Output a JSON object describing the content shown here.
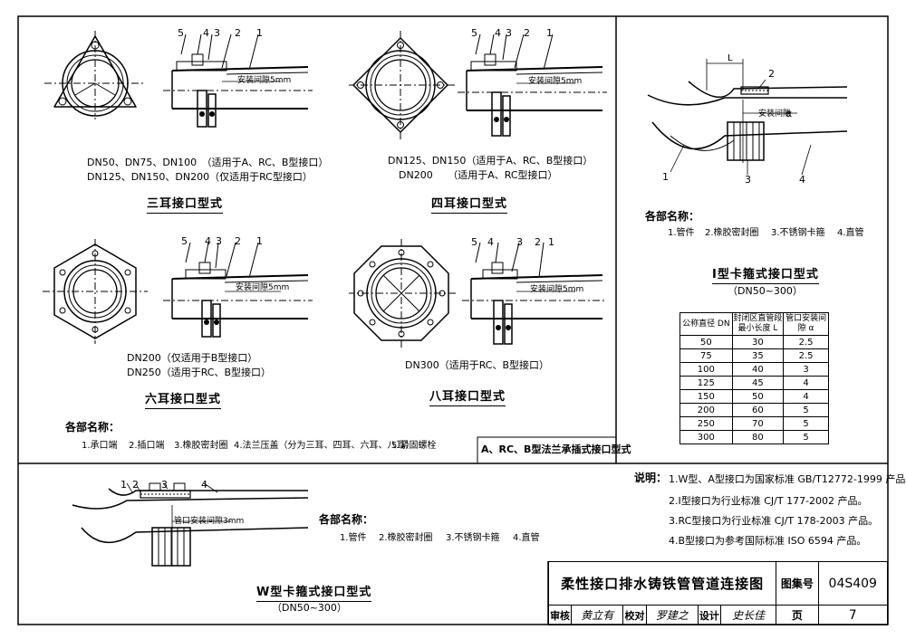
{
  "panels": {
    "three_ear": {
      "callouts": [
        "5",
        "4",
        "3",
        "2",
        "1"
      ],
      "gap_label": "安装间隙5mm",
      "size_lines": [
        "DN50、DN75、DN100　（适用于A、RC、B型接口）",
        "DN125、DN150、DN200（仅适用于RC型接口）"
      ],
      "caption": "三耳接口型式"
    },
    "four_ear": {
      "callouts": [
        "5",
        "4",
        "3",
        "2",
        "1"
      ],
      "gap_label": "安装间隙5mm",
      "size_lines": [
        "DN125、DN150（适用于A、RC、B型接口）",
        "DN200　　（适用于A、RC型接口）"
      ],
      "caption": "四耳接口型式"
    },
    "six_ear": {
      "callouts": [
        "5",
        "4",
        "3",
        "2",
        "1"
      ],
      "gap_label": "安装间隙5mm",
      "size_lines": [
        "DN200（仅适用于B型接口）",
        "DN250（适用于RC、B型接口）"
      ],
      "caption": "六耳接口型式"
    },
    "eight_ear": {
      "callouts": [
        "5",
        "4",
        "3",
        "2",
        "1"
      ],
      "gap_label": "安装间隙5mm",
      "size_lines": [
        "DN300（适用于RC、B型接口）"
      ],
      "caption": "八耳接口型式"
    }
  },
  "flange_parts": {
    "heading": "各部名称：",
    "items": [
      "1.承口端",
      "2.插口端",
      "3.橡胶密封圈",
      "4.法兰压盖（分为三耳、四耳、六耳、八耳）",
      "5.紧固螺栓"
    ]
  },
  "flange_box_label": "A、RC、B型法兰承插式接口型式",
  "type_i": {
    "dim_L": "L",
    "callouts": [
      "2",
      "1",
      "3",
      "4"
    ],
    "gap_label": "安装间隙",
    "gap_symbol": "α",
    "parts_heading": "各部名称：",
    "parts": [
      "1.管件",
      "2.橡胶密封圈",
      "3.不锈钢卡箍",
      "4.直管"
    ],
    "caption": "Ⅰ型卡箍式接口型式",
    "range": "（DN50~300）"
  },
  "table": {
    "headers": [
      "公称直径 DN",
      "封闭区直管段最小长度 L",
      "管口安装间隙 α"
    ],
    "rows": [
      [
        "50",
        "30",
        "2.5"
      ],
      [
        "75",
        "35",
        "2.5"
      ],
      [
        "100",
        "40",
        "3"
      ],
      [
        "125",
        "45",
        "4"
      ],
      [
        "150",
        "50",
        "4"
      ],
      [
        "200",
        "60",
        "5"
      ],
      [
        "250",
        "70",
        "5"
      ],
      [
        "300",
        "80",
        "5"
      ]
    ]
  },
  "type_w": {
    "callouts": [
      "1",
      "2",
      "3",
      "4"
    ],
    "gap_label": "管口安装间隙3mm",
    "parts_heading": "各部名称：",
    "parts": [
      "1.管件",
      "2.橡胶密封圈",
      "3.不锈钢卡箍",
      "4.直管"
    ],
    "caption": "W型卡箍式接口型式",
    "range": "（DN50~300）"
  },
  "notes": {
    "heading": "说明：",
    "items": [
      "1.W型、A型接口为国家标准 GB/T12772-1999 产品。",
      "2.Ⅰ型接口为行业标准 CJ/T 177-2002 产品。",
      "3.RC型接口为行业标准 CJ/T 178-2003 产品。",
      "4.B型接口为参考国际标准 ISO 6594 产品。"
    ]
  },
  "title_block": {
    "title": "柔性接口排水铸铁管管道连接图",
    "atlas_label": "图集号",
    "atlas_no": "04S409",
    "review_label": "审核",
    "review_sig": "黄立有",
    "check_label": "校对",
    "check_sig": "罗建之",
    "design_label": "设计",
    "design_sig": "史长佳",
    "page_label": "页",
    "page_no": "7"
  }
}
